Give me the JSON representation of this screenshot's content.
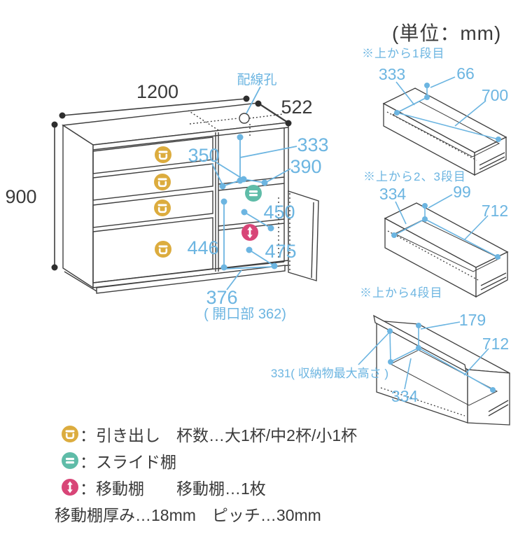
{
  "unit_note": "(単位：mm)",
  "colors": {
    "annotation_blue": "#6CB5E1",
    "drawer_yellow": "#DCAC3E",
    "slide_teal": "#5FBCA8",
    "move_pink": "#D84577",
    "line_dark": "#3f3f3f"
  },
  "main": {
    "wiring_hole": "配線孔",
    "width": "1200",
    "depth": "522",
    "height": "900",
    "open_width": "350",
    "open_height": "333",
    "open_depth": "390",
    "shelf_width_upper": "450",
    "door_inner_height": "446",
    "shelf_width_lower": "475",
    "door_width": "376",
    "opening_note": "( 開口部 362)"
  },
  "drawers": [
    {
      "title": "※上から1段目",
      "inner_width": "333",
      "inner_height": "66",
      "inner_length": "700"
    },
    {
      "title": "※上から2、3段目",
      "inner_width": "334",
      "inner_height": "99",
      "inner_length": "712"
    },
    {
      "title": "※上から4段目",
      "rail_height": "179",
      "inner_length": "712",
      "inner_height_note": "331( 収納物最大高さ )",
      "inner_width": "334"
    }
  ],
  "legend": {
    "items": [
      {
        "icon": "drawer-icon",
        "label": "：引き出し　杯数…大1杯/中2杯/小1杯"
      },
      {
        "icon": "slide-shelf-icon",
        "label": "：スライド棚"
      },
      {
        "icon": "movable-shelf-icon",
        "label": "：移動棚　　移動棚…1枚"
      }
    ],
    "footer": "移動棚厚み…18mm　ピッチ…30mm"
  }
}
